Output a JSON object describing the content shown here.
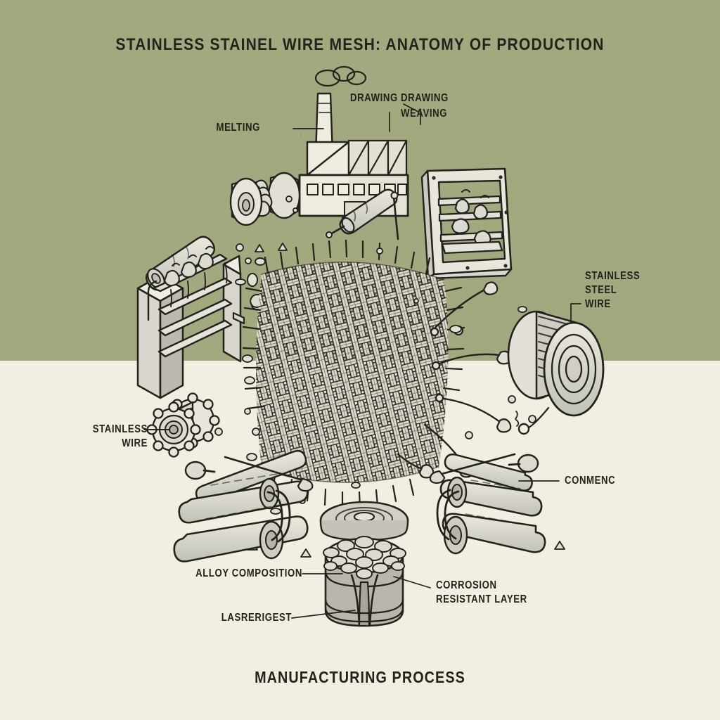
{
  "title": "STAINLESS STAINEL WIRE MESH: ANATOMY OF PRODUCTION",
  "caption": "MANUFACTURING PROCESS",
  "colors": {
    "sky": "#a3a87e",
    "ground": "#f2efe2",
    "ink": "#23221d",
    "metal_light": "#e8e6dd",
    "metal_mid": "#c9c8c0",
    "metal_dark": "#a9a8a0",
    "paper": "#efece0"
  },
  "labels": [
    {
      "id": "melting",
      "text": "MELTING",
      "align": "right"
    },
    {
      "id": "drawing-1",
      "text": "DRAWING",
      "align": "left"
    },
    {
      "id": "drawing-2",
      "text": "DRAWING",
      "align": "left"
    },
    {
      "id": "weaving",
      "text": "WEAVING",
      "align": "left"
    },
    {
      "id": "stainless-steel-wire",
      "text": "STAINLESS\nSTEEL\nWIRE",
      "align": "left"
    },
    {
      "id": "stainless-wire",
      "text": "STAINLESS\nWIRE",
      "align": "right"
    },
    {
      "id": "conmenc",
      "text": "CONMENC",
      "align": "left"
    },
    {
      "id": "alloy-composition",
      "text": "ALLOY COMPOSITION",
      "align": "right"
    },
    {
      "id": "corrosion-resistant",
      "text": "CORROSION\nRESISTANT LAYER",
      "align": "left"
    },
    {
      "id": "lasrerigest",
      "text": "LASRERIGEST",
      "align": "right"
    }
  ],
  "components": [
    {
      "id": "factory",
      "name": "factory-building"
    },
    {
      "id": "smoke",
      "name": "smoke-cloud"
    },
    {
      "id": "spool-coil",
      "name": "coiled-spool"
    },
    {
      "id": "roller-angled",
      "name": "angled-roller"
    },
    {
      "id": "loom-frame",
      "name": "weaving-loom-frame"
    },
    {
      "id": "draw-machine",
      "name": "wire-drawing-machine"
    },
    {
      "id": "mesh",
      "name": "woven-wire-mesh-panel"
    },
    {
      "id": "bobbin-small",
      "name": "small-wire-bobbin"
    },
    {
      "id": "spool-large",
      "name": "large-wire-spool"
    },
    {
      "id": "sprocket-bobbin",
      "name": "sprocket-flanged-bobbin"
    },
    {
      "id": "rollers-left",
      "name": "roller-pair-left"
    },
    {
      "id": "rollers-right",
      "name": "roller-pair-right"
    },
    {
      "id": "billet",
      "name": "alloy-billet-cross-section"
    }
  ]
}
